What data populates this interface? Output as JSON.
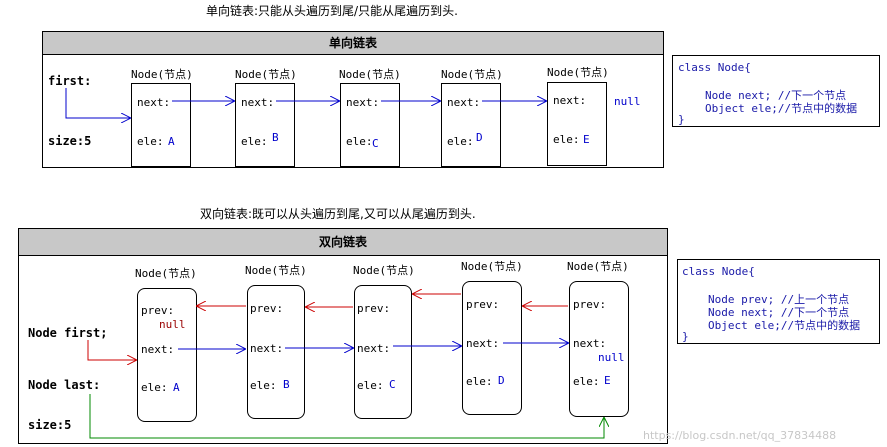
{
  "singly": {
    "caption": "单向链表:只能从头遍历到尾/只能从尾遍历到头.",
    "title": "单向链表",
    "first_label": "first:",
    "size_label": "size:5",
    "node_title": "Node(节点)",
    "next_label": "next:",
    "ele_label": "ele:",
    "null_label": "null",
    "elements": [
      "A",
      "B",
      "C",
      "D",
      "E"
    ]
  },
  "doubly": {
    "caption": "双向链表:既可以从头遍历到尾,又可以从尾遍历到头.",
    "title": "双向链表",
    "first_label": "Node first;",
    "last_label": "Node last:",
    "size_label": "size:5",
    "node_title": "Node(节点)",
    "prev_label": "prev:",
    "next_label": "next:",
    "ele_label": "ele:",
    "null_label": "null",
    "elements": [
      "A",
      "B",
      "C",
      "D",
      "E"
    ]
  },
  "code_single": {
    "line1": "class Node{",
    "line2": "Node next; //下一个节点",
    "line3": "Object ele;//节点中的数据",
    "line4": "}"
  },
  "code_double": {
    "line1": "class Node{",
    "line2": "Node prev; //上一个节点",
    "line3": "Node next; //下一个节点",
    "line4": "Object ele;//节点中的数据",
    "line5": "}"
  },
  "watermark": "https://blog.csdn.net/qq_37834488",
  "colors": {
    "header": "#c8c8c8",
    "arrow_blue": "#0000cc",
    "arrow_red": "#cc0000",
    "arrow_green": "#008800"
  }
}
